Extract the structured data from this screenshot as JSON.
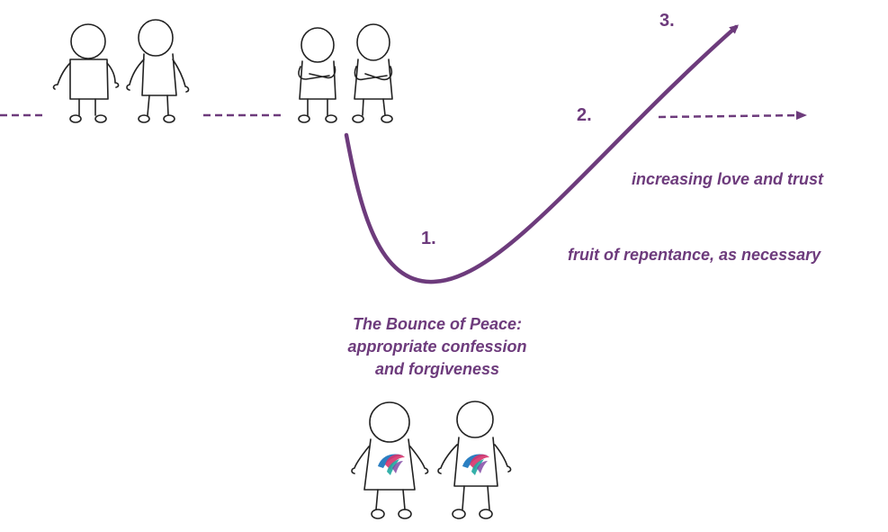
{
  "diagram": {
    "steps": [
      "1.",
      "2.",
      "3."
    ],
    "captions": {
      "upper": "increasing love and trust",
      "lower": "fruit of repentance, as necessary"
    },
    "bounce_caption": {
      "line1": "The Bounce of Peace:",
      "line2": "appropriate confession",
      "line3": "and forgiveness"
    },
    "accent_color": "#6d3b7c",
    "figure_stroke": "#222222",
    "logo_colors": [
      "#2b7fc2",
      "#d6336c",
      "#1fa7a0",
      "#7a3fa0"
    ]
  }
}
